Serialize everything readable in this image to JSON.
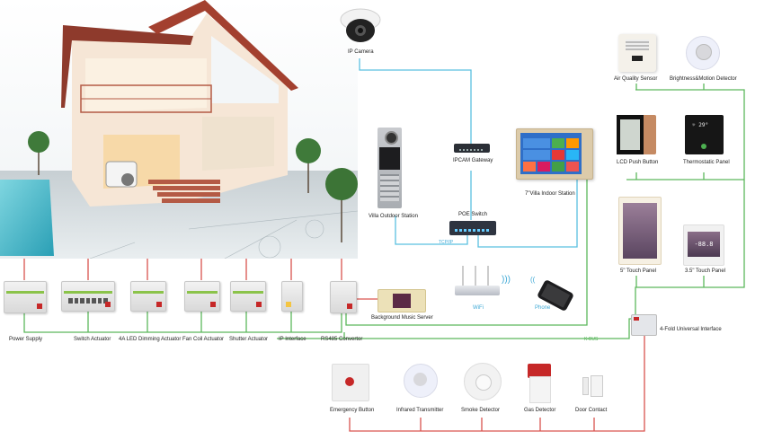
{
  "diagram": {
    "title": "Smart Villa System Topology",
    "house_illustration": "villa-cutaway-illustration",
    "colors": {
      "tcpip_line": "#5bc0e0",
      "kbus_line": "#5cb85c",
      "power_line": "#d9534f",
      "alarm_line": "#d9534f"
    },
    "network": {
      "ip_camera": "IP Camera",
      "ipcam_gateway": "IPCAM Gateway",
      "villa_outdoor_station": "Villa Outdoor Station",
      "poe_switch": "POE Switch",
      "indoor_station": "7\"Villa Indoor Station",
      "tcpip_label": "TCP/IP",
      "wifi": "WiFi",
      "phone": "Phone"
    },
    "sensors": {
      "air_quality_sensor": "Air Quality Sensor",
      "brightness_motion_detector": "Brightness&Motion Detector",
      "lcd_push_button": "LCD Push Button",
      "thermostatic_panel": "Thermostatic Panel",
      "touch_panel_5": "5\"  Touch  Panel",
      "touch_panel_35": "3.5\"  Touch Panel",
      "universal_interface": "4-Fold Universal Interface",
      "kbus_label": "K-BUS"
    },
    "actuators": [
      "Power Supply",
      "Switch Actuator",
      "4A LED Dimming Actuator",
      "Fan Coil Actuator",
      "Shutter Actuator",
      "IP Interface",
      "RS485 Convertor"
    ],
    "background_music_server": "Background Music Server",
    "alarm_devices": [
      "Emergency Button",
      "Infrared Transmitter",
      "Smoke Detector",
      "Gas Detector",
      "Door Contact"
    ]
  }
}
